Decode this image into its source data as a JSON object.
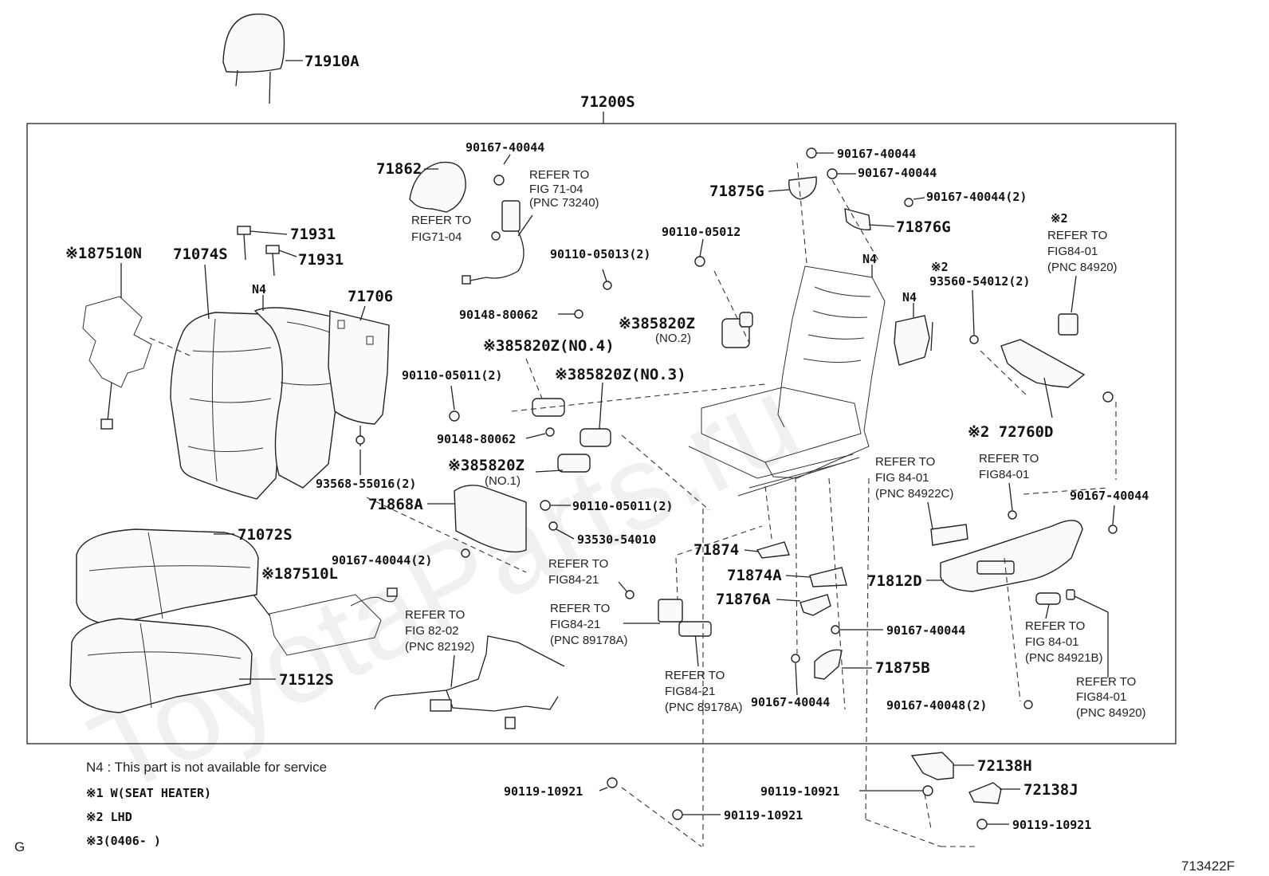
{
  "diagram_code": "713422F",
  "corner_mark": "G",
  "watermark": "ToyotaParts.ru",
  "assembly_label": "71200S",
  "parts": {
    "headrest": "71910A",
    "back_cover": "71074S",
    "back_heater": "※187510N",
    "guide_a": "71931",
    "guide_b": "71931",
    "n4_back": "N4",
    "back_board": "71706",
    "clip_back": "93568-55016(2)",
    "cushion_cover": "71072S",
    "cushion_heater": "※187510L",
    "cushion_pad": "71512S",
    "cover_71862": "71862",
    "screw_71862": "90167-40044",
    "bolt_90110_2": "90110-05013(2)",
    "screw_90148_a": "90148-80062",
    "motor_no4": "※385820Z(NO.4)",
    "bolt_90110_011_2": "90110-05011(2)",
    "motor_no3": "※385820Z(NO.3)",
    "screw_90148_b": "90148-80062",
    "motor_no1": "※385820Z",
    "motor_no1_sub": "(NO.1)",
    "bolt_90110_011": "90110-05011(2)",
    "cover_71868a": "71868A",
    "screw_93530": "93530-54010",
    "screw_90167_2": "90167-40044(2)",
    "bolt_90110_05012": "90110-05012",
    "motor_no2": "※385820Z",
    "motor_no2_sub": "(NO.2)",
    "screw_top1": "90167-40044",
    "screw_top2": "90167-40044",
    "cover_71875g": "71875G",
    "screw_top3": "90167-40044(2)",
    "cover_71876g": "71876G",
    "n4_frame": "N4",
    "n4_side": "N4",
    "mark2_a": "※2",
    "screw_93560": "93560-54012(2)",
    "mark2_b": "※2",
    "bracket_72760d": "※2  72760D",
    "screw_90167_right": "90167-40044",
    "shield_71812d": "71812D",
    "cover_71874": "71874",
    "cover_71874a": "71874A",
    "cover_71876a": "71876A",
    "screw_mid": "90167-40044",
    "cover_71875b": "71875B",
    "screw_low": "90167-40044",
    "screw_90167_48": "90167-40048(2)",
    "rail_72138h": "72138H",
    "rail_72138j": "72138J",
    "bolt_bl": "90119-10921",
    "bolt_bm": "90119-10921",
    "bolt_bc": "90119-10921",
    "bolt_br": "90119-10921"
  },
  "refs": {
    "fig7104_top": [
      "REFER TO",
      "FIG 71-04",
      "(PNC 73240)"
    ],
    "fig7104_left": [
      "REFER TO",
      "FIG71-04"
    ],
    "fig8401_tr": [
      "REFER TO",
      "FIG84-01",
      "(PNC 84920)"
    ],
    "fig8401_c": [
      "REFER TO",
      "FIG 84-01",
      "(PNC 84922C)"
    ],
    "fig8401_d": [
      "REFER TO",
      "FIG84-01"
    ],
    "fig8421_a": [
      "REFER TO",
      "FIG84-21"
    ],
    "fig8421_b": [
      "REFER TO",
      "FIG84-21",
      "(PNC 89178A)"
    ],
    "fig8421_c": [
      "REFER TO",
      "FIG84-21",
      "(PNC 89178A)"
    ],
    "fig8202": [
      "REFER TO",
      "FIG 82-02",
      "(PNC 82192)"
    ],
    "fig8401_e": [
      "REFER TO",
      "FIG 84-01",
      "(PNC 84921B)"
    ],
    "fig8401_f": [
      "REFER TO",
      "FIG84-01",
      "(PNC 84920)"
    ]
  },
  "notes": {
    "n4": "N4 : This part is not available for service",
    "m1": "※1 W(SEAT HEATER)",
    "m2": "※2 LHD",
    "m3": "※3(0406-      )"
  }
}
